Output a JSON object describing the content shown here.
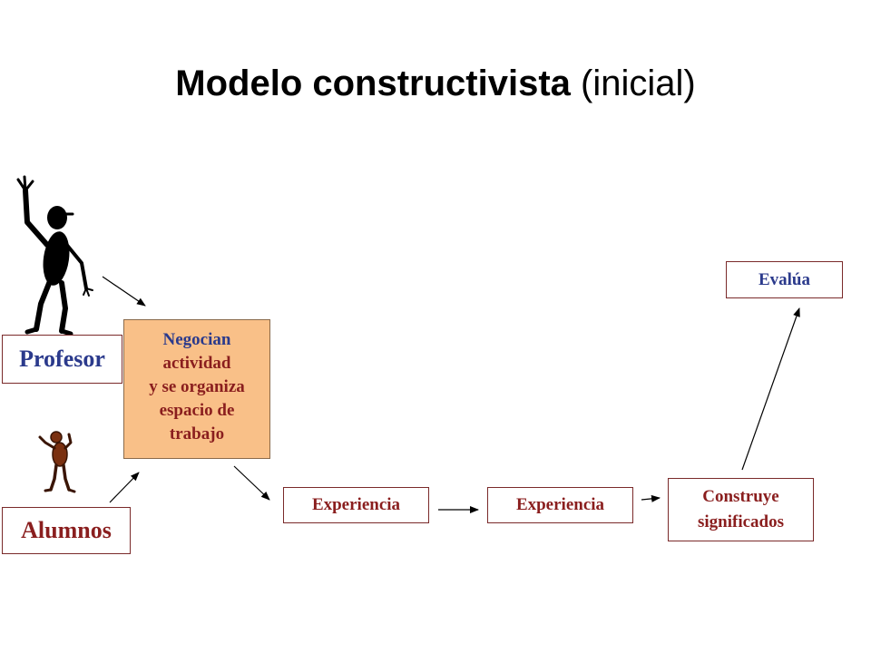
{
  "title": {
    "bold": "Modelo constructivista",
    "light": "(inicial)"
  },
  "nodes": {
    "profesor": "Profesor",
    "alumnos": "Alumnos",
    "negocian": {
      "line1": "Negocian",
      "line2": "actividad",
      "line3": "y se organiza",
      "line4": "espacio de",
      "line5": "trabajo"
    },
    "experiencia_1": "Experiencia",
    "experiencia_2": "Experiencia",
    "construye": {
      "line1": "Construye",
      "line2": "significados"
    },
    "evalua": "Evalúa"
  },
  "colors": {
    "blue_text": "#2b3a8c",
    "red_text": "#8a1e1e",
    "negocian_fill": "#f9c088",
    "student_figure": "#7a3010"
  },
  "icons": {
    "teacher": "teacher-figure-icon",
    "student": "student-figure-icon"
  }
}
